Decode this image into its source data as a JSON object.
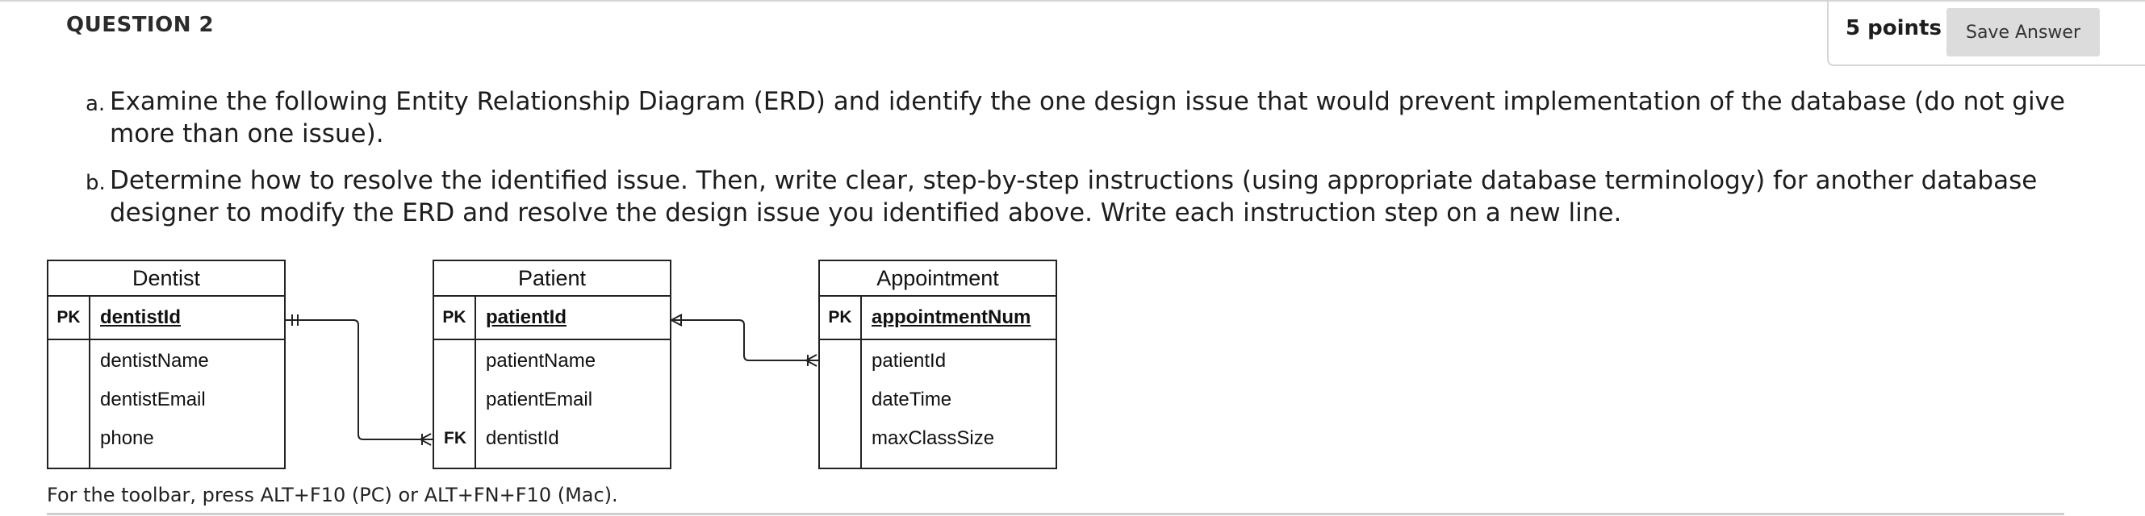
{
  "question": {
    "title": "QUESTION 2",
    "points": "5 points",
    "save_label": "Save Answer"
  },
  "instructions": [
    {
      "marker": "a.",
      "text": "Examine the following Entity Relationship Diagram (ERD) and identify the one design issue that would prevent implementation of the database (do not give more than one issue)."
    },
    {
      "marker": "b.",
      "text": "Determine how to resolve the identified issue. Then, write clear, step-by-step instructions (using appropriate database terminology) for another database designer to modify the ERD and resolve the design issue you identified above. Write each instruction step on a new line."
    }
  ],
  "erd": {
    "entities": [
      {
        "name": "Dentist",
        "pk_label": "PK",
        "pk": "dentistId",
        "attributes": [
          "dentistName",
          "dentistEmail",
          "phone"
        ],
        "fk_label": ""
      },
      {
        "name": "Patient",
        "pk_label": "PK",
        "pk": "patientId",
        "attributes": [
          "patientName",
          "patientEmail",
          "dentistId"
        ],
        "fk_label": "FK"
      },
      {
        "name": "Appointment",
        "pk_label": "PK",
        "pk": "appointmentNum",
        "attributes": [
          "patientId",
          "dateTime",
          "maxClassSize"
        ],
        "fk_label": ""
      }
    ]
  },
  "footer": {
    "toolbar_hint": "For the toolbar, press ALT+F10 (PC) or ALT+FN+F10 (Mac)."
  }
}
